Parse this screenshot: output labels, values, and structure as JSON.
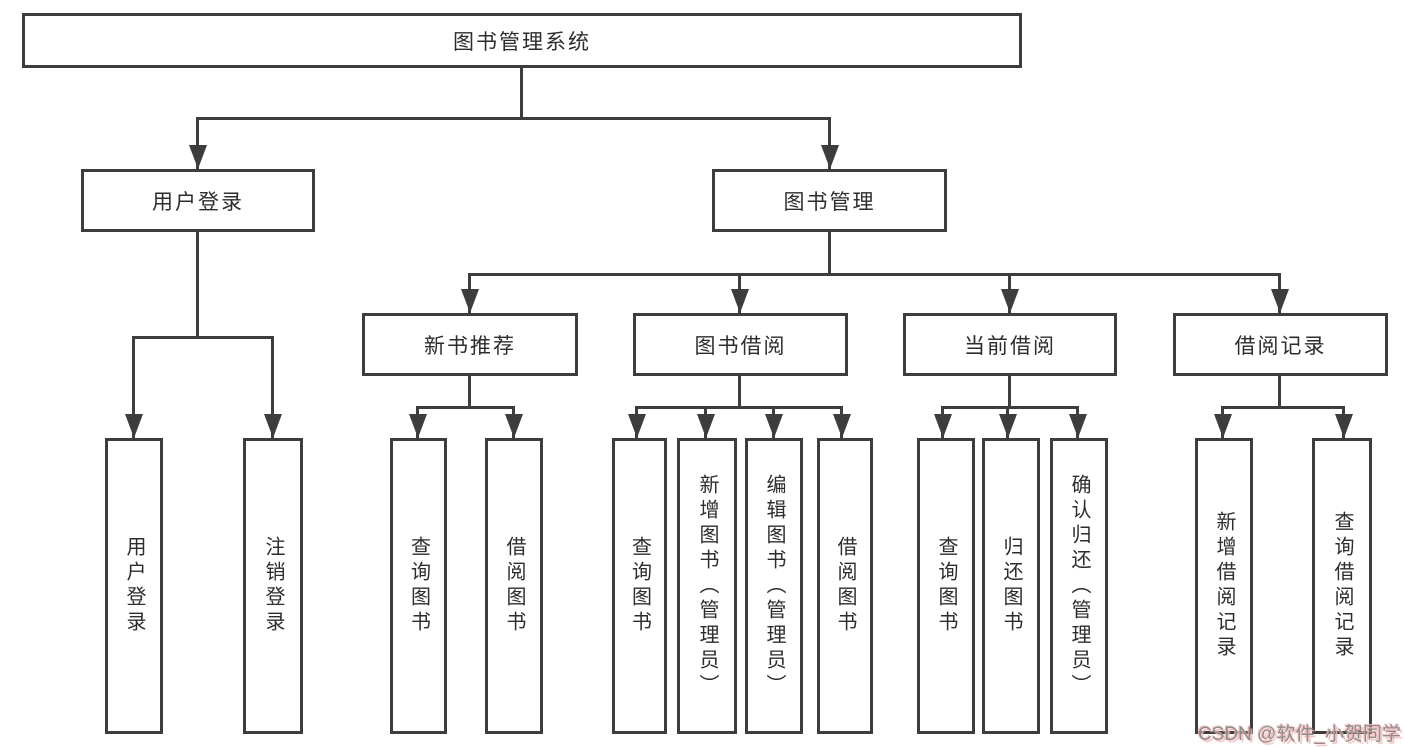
{
  "diagram_title": "图书管理系统",
  "nodes": {
    "root": {
      "label": "图书管理系统"
    },
    "user_login": {
      "label": "用户登录"
    },
    "book_mgmt": {
      "label": "图书管理"
    },
    "new_books": {
      "label": "新书推荐"
    },
    "book_borrow": {
      "label": "图书借阅"
    },
    "current_borrow": {
      "label": "当前借阅"
    },
    "borrow_records": {
      "label": "借阅记录"
    },
    "leaf_user_login": {
      "label": "用户登录"
    },
    "leaf_logout": {
      "label": "注销登录"
    },
    "leaf_nb_query": {
      "label": "查询图书"
    },
    "leaf_nb_borrow": {
      "label": "借阅图书"
    },
    "leaf_bb_query": {
      "label": "查询图书"
    },
    "leaf_bb_add": {
      "label": "新增图书（管理员）"
    },
    "leaf_bb_edit": {
      "label": "编辑图书（管理员）"
    },
    "leaf_bb_borrow": {
      "label": "借阅图书"
    },
    "leaf_cb_query": {
      "label": "查询图书"
    },
    "leaf_cb_return": {
      "label": "归还图书"
    },
    "leaf_cb_confirm": {
      "label": "确认归还（管理员）"
    },
    "leaf_br_add": {
      "label": "新增借阅记录"
    },
    "leaf_br_query": {
      "label": "查询借阅记录"
    }
  },
  "hierarchy": {
    "图书管理系统": {
      "用户登录": [
        "用户登录",
        "注销登录"
      ],
      "图书管理": {
        "新书推荐": [
          "查询图书",
          "借阅图书"
        ],
        "图书借阅": [
          "查询图书",
          "新增图书（管理员）",
          "编辑图书（管理员）",
          "借阅图书"
        ],
        "当前借阅": [
          "查询图书",
          "归还图书",
          "确认归还（管理员）"
        ],
        "借阅记录": [
          "新增借阅记录",
          "查询借阅记录"
        ]
      }
    }
  },
  "watermark": {
    "text": "CSDN @软件_小贺同学"
  },
  "colors": {
    "line": "#3d3d3d",
    "text": "#2d2d2d",
    "background": "#ffffff",
    "watermark_text": "#8e8e8e",
    "watermark_glow": "#f3b6b6"
  }
}
